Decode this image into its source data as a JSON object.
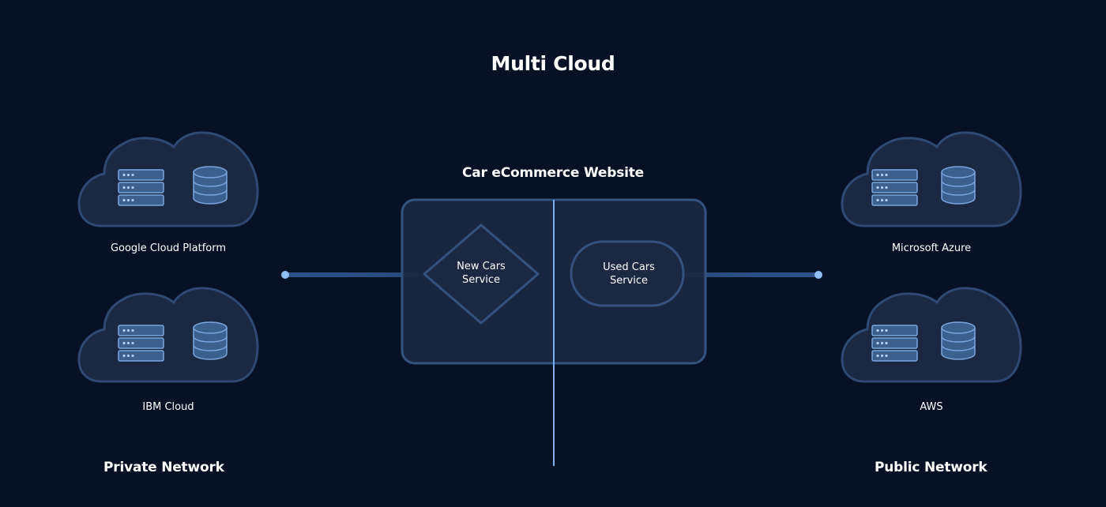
{
  "title": "Multi Cloud",
  "website": {
    "label": "Car eCommerce Website",
    "services": [
      {
        "name": "New Cars Service",
        "line1": "New Cars",
        "line2": "Service"
      },
      {
        "name": "Used Cars Service",
        "line1": "Used Cars",
        "line2": "Service"
      }
    ]
  },
  "private_network": {
    "label": "Private Network",
    "clouds": [
      "Google Cloud Platform",
      "IBM Cloud"
    ]
  },
  "public_network": {
    "label": "Public Network",
    "clouds": [
      "Microsoft Azure",
      "AWS"
    ]
  },
  "icons": [
    "cloud-icon",
    "server-rack-icon",
    "database-icon"
  ],
  "colors": {
    "background": "#061126",
    "cloud_fill": "#1a2841",
    "cloud_stroke": "#2f4a72",
    "icon_fill": "#3d5f8e",
    "icon_stroke": "#7aa5de",
    "box_fill": "#1b2842",
    "box_stroke": "#34527e",
    "divider": "#7cb0ee",
    "connector": "#2c5288",
    "connector_dot": "#8fbff5"
  }
}
